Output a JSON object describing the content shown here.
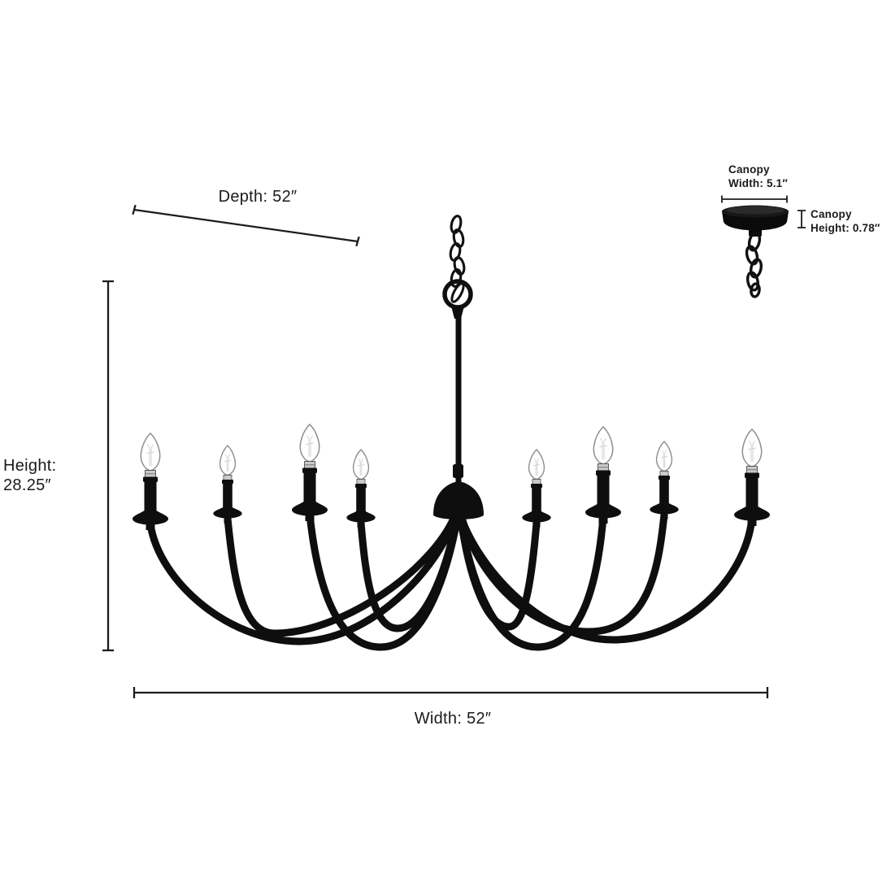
{
  "page": {
    "background_color": "#ffffff",
    "kind": "product dimension diagram"
  },
  "fixture": {
    "description": "8-light candelabra chandelier, black finish, curved arms, hanging chain with ring and down rod",
    "light_count": 8,
    "color_hex": "#0e0e0e",
    "bulb_color_hex": "#ffffff",
    "bulb_outline_hex": "#8d8d8d"
  },
  "dimensions": {
    "depth_label": "Depth: 52″",
    "height_label_line1": "Height:",
    "height_label_line2": "28.25″",
    "width_label": "Width: 52″",
    "canopy_width_line1": "Canopy",
    "canopy_width_line2": "Width: 5.1″",
    "canopy_height_line1": "Canopy",
    "canopy_height_line2": "Height: 0.78″"
  },
  "style": {
    "text_color": "#1b1b1b",
    "dimension_line_color": "#1c1c1c"
  }
}
